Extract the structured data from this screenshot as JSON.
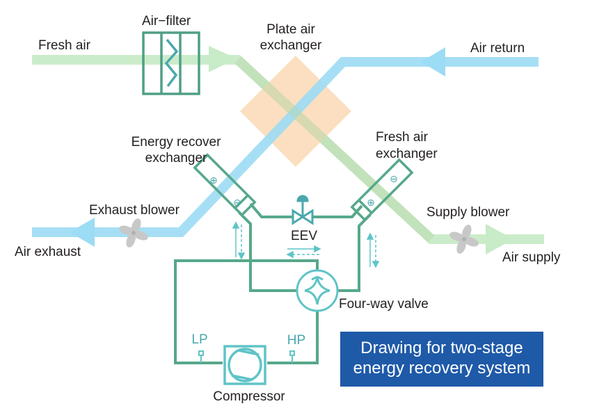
{
  "diagram": {
    "title_lines": [
      "Drawing  for  two-stage",
      "energy recovery  system"
    ],
    "labels": {
      "fresh_air": "Fresh  air",
      "air_filter": "Air−filter",
      "plate_exchanger_1": "Plate  air",
      "plate_exchanger_2": "exchanger",
      "air_return": "Air  return",
      "energy_recover_1": "Energy recover",
      "energy_recover_2": "exchanger",
      "fresh_air_exchanger_1": "Fresh air",
      "fresh_air_exchanger_2": "exchanger",
      "exhaust_blower": "Exhaust  blower",
      "air_exhaust": "Air  exhaust",
      "supply_blower": "Supply  blower",
      "air_supply": "Air   supply",
      "eev": "EEV",
      "four_way_valve": "Four-way valve",
      "lp": "LP",
      "hp": "HP",
      "compressor": "Compressor"
    },
    "symbols": {
      "plus": "⊕",
      "minus": "⊖"
    },
    "colors": {
      "fresh_air_stream": "#c8ebc8",
      "return_air_stream": "#9cdcf4",
      "plate_exchanger": "#fad7b0",
      "refrigerant_pipe": "#56a88a",
      "component_teal": "#5fc4c6",
      "fan_gray": "#c8c8c8",
      "title_box": "#1f5aa8",
      "title_text": "#ffffff"
    }
  }
}
